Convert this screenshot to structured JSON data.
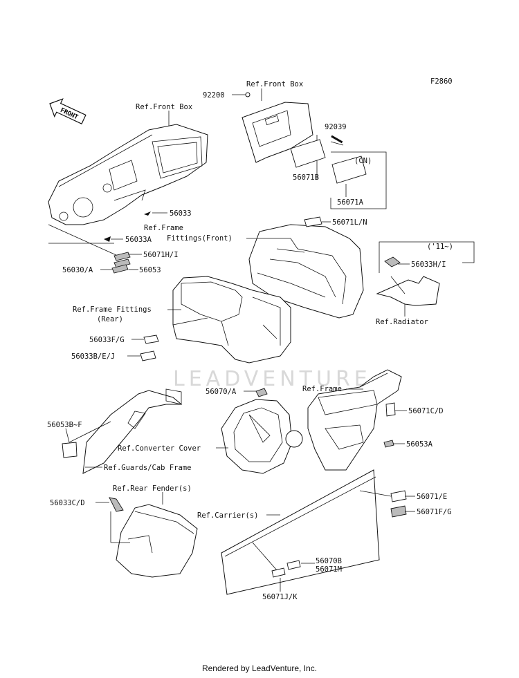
{
  "diagram_code": "F2860",
  "front_arrow_text": "FRONT",
  "watermark": "LEADVENTURE",
  "footer": "Rendered by LeadVenture, Inc.",
  "labels": {
    "ref_front_box_top": "Ref.Front Box",
    "p92200": "92200",
    "p92039": "92039",
    "cn": "(CN)",
    "p56071B": "56071B",
    "p56071A": "56071A",
    "ref_front_box": "Ref.Front Box",
    "p56033": "56033",
    "ref_frame_fittings_front_1": "Ref.Frame",
    "ref_frame_fittings_front_2": "Fittings(Front)",
    "p56033A": "56033A",
    "p56071HI": "56071H/I",
    "p56030A": "56030/A",
    "p56053": "56053",
    "p56071LN": "56071L/N",
    "year11": "('11~)",
    "p56033HI": "56033H/I",
    "ref_radiator": "Ref.Radiator",
    "ref_frame_fittings_rear_1": "Ref.Frame Fittings",
    "ref_frame_fittings_rear_2": "(Rear)",
    "p56033FG": "56033F/G",
    "p56033BEJ": "56033B/E/J",
    "p56070A": "56070/A",
    "ref_frame": "Ref.Frame",
    "p56053BF": "56053B~F",
    "p56071CD": "56071C/D",
    "ref_converter_cover": "Ref.Converter Cover",
    "p56053A": "56053A",
    "ref_guards_cab_frame": "Ref.Guards/Cab Frame",
    "ref_rear_fenders": "Ref.Rear Fender(s)",
    "p56033CD": "56033C/D",
    "p56071E": "56071/E",
    "ref_carriers": "Ref.Carrier(s)",
    "p56071FG": "56071F/G",
    "p56070B": "56070B",
    "p56071M": "56071M",
    "p56071JK": "56071J/K"
  }
}
